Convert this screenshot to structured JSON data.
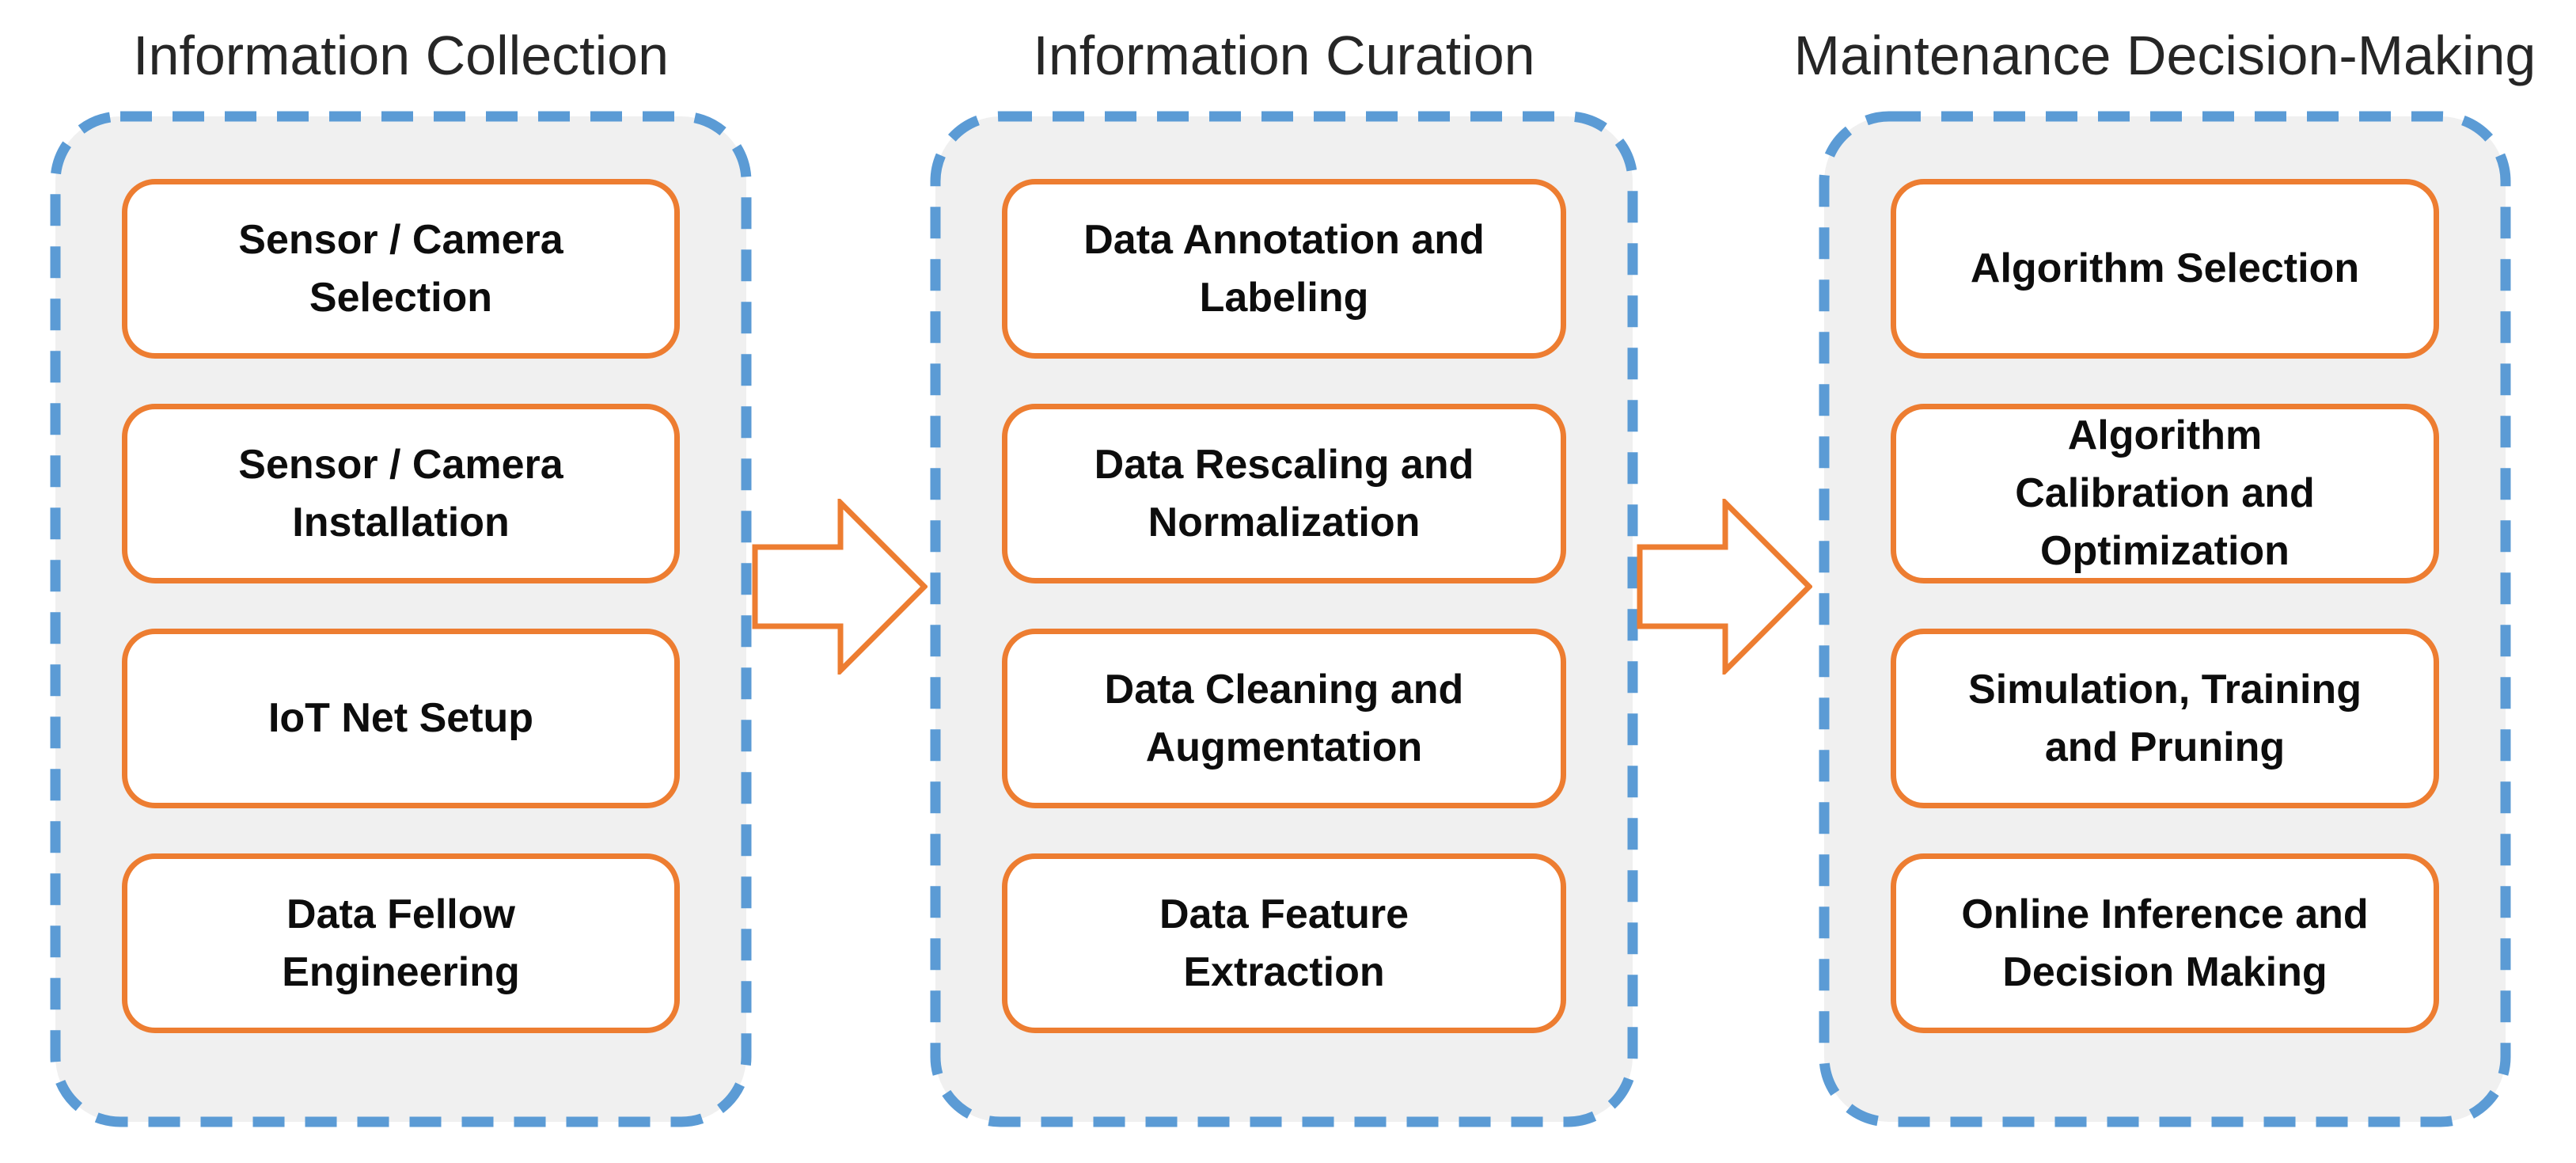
{
  "diagram": {
    "type": "process-flow",
    "colors": {
      "container_border": "#5B9BD5",
      "container_fill": "#F0F0F0",
      "box_border": "#ED7D31",
      "box_fill": "#FFFFFF",
      "box_text": "#0D0D0D",
      "title_text": "#262626",
      "arrow_outline": "#ED7D31",
      "arrow_fill": "#FFFFFF",
      "page_background": "#FFFFFF"
    },
    "columns": [
      {
        "title": "Information Collection",
        "boxes": [
          "Sensor / Camera\nSelection",
          "Sensor / Camera\nInstallation",
          "IoT Net Setup",
          "Data Fellow\nEngineering"
        ]
      },
      {
        "title": "Information Curation",
        "boxes": [
          "Data Annotation and\nLabeling",
          "Data Rescaling and\nNormalization",
          "Data Cleaning and\nAugmentation",
          "Data Feature\nExtraction"
        ]
      },
      {
        "title": "Maintenance Decision-Making",
        "boxes": [
          "Algorithm Selection",
          "Algorithm\nCalibration and\nOptimization",
          "Simulation, Training\nand Pruning",
          "Online Inference and\nDecision Making"
        ]
      }
    ],
    "arrows": [
      {
        "from": "Information Collection",
        "to": "Information Curation",
        "direction": "right"
      },
      {
        "from": "Information Curation",
        "to": "Maintenance Decision-Making",
        "direction": "right"
      }
    ]
  }
}
